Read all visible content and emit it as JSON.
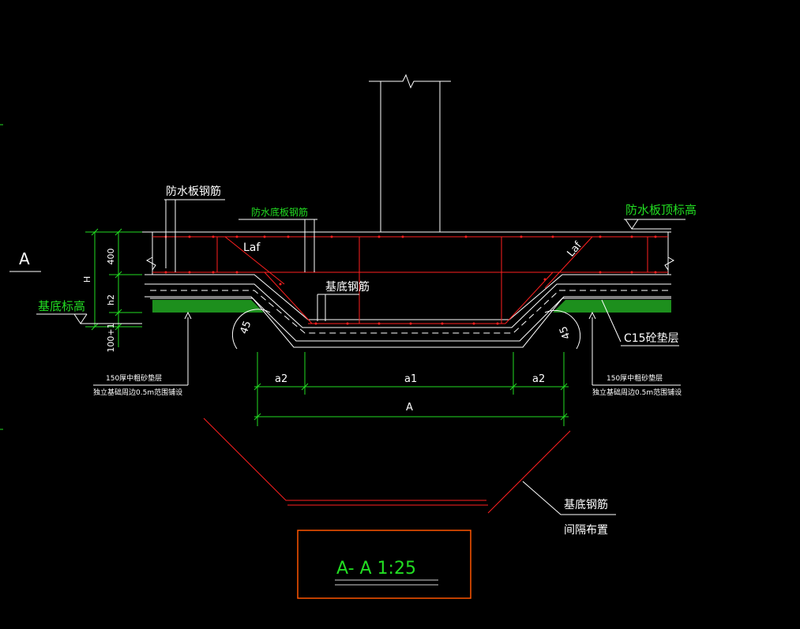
{
  "section_marker": "A",
  "labels": {
    "waterproof_slab_rebar": "防水板钢筋",
    "waterproof_bottom_rebar": "防水底板钢筋",
    "waterproof_top_elev": "防水板顶标高",
    "base_elev": "基底标高",
    "base_rebar": "基底钢筋",
    "laf_left": "Laf",
    "laf_right": "Laf",
    "c15_layer": "C15砼垫层",
    "sand_left_1": "150厚中粗砂垫层",
    "sand_left_2": "独立基础周边0.5m范围铺设",
    "sand_right_1": "150厚中粗砂垫层",
    "sand_right_2": "独立基础周边0.5m范围铺设",
    "base_rebar_spacing_1": "基底钢筋",
    "base_rebar_spacing_2": "间隔布置"
  },
  "dimensions": {
    "h_400": "400",
    "h_H": "H",
    "h_h2": "h2",
    "h_100": "100+1",
    "angle_left": "45",
    "angle_right": "45",
    "a2_left": "a2",
    "a1": "a1",
    "a2_right": "a2",
    "A": "A"
  },
  "title": "A- A   1:25",
  "colors": {
    "white": "#ffffff",
    "red": "#ff2020",
    "green": "#22dd22",
    "orange": "#ff5500",
    "gray": "#cfcfcf"
  }
}
